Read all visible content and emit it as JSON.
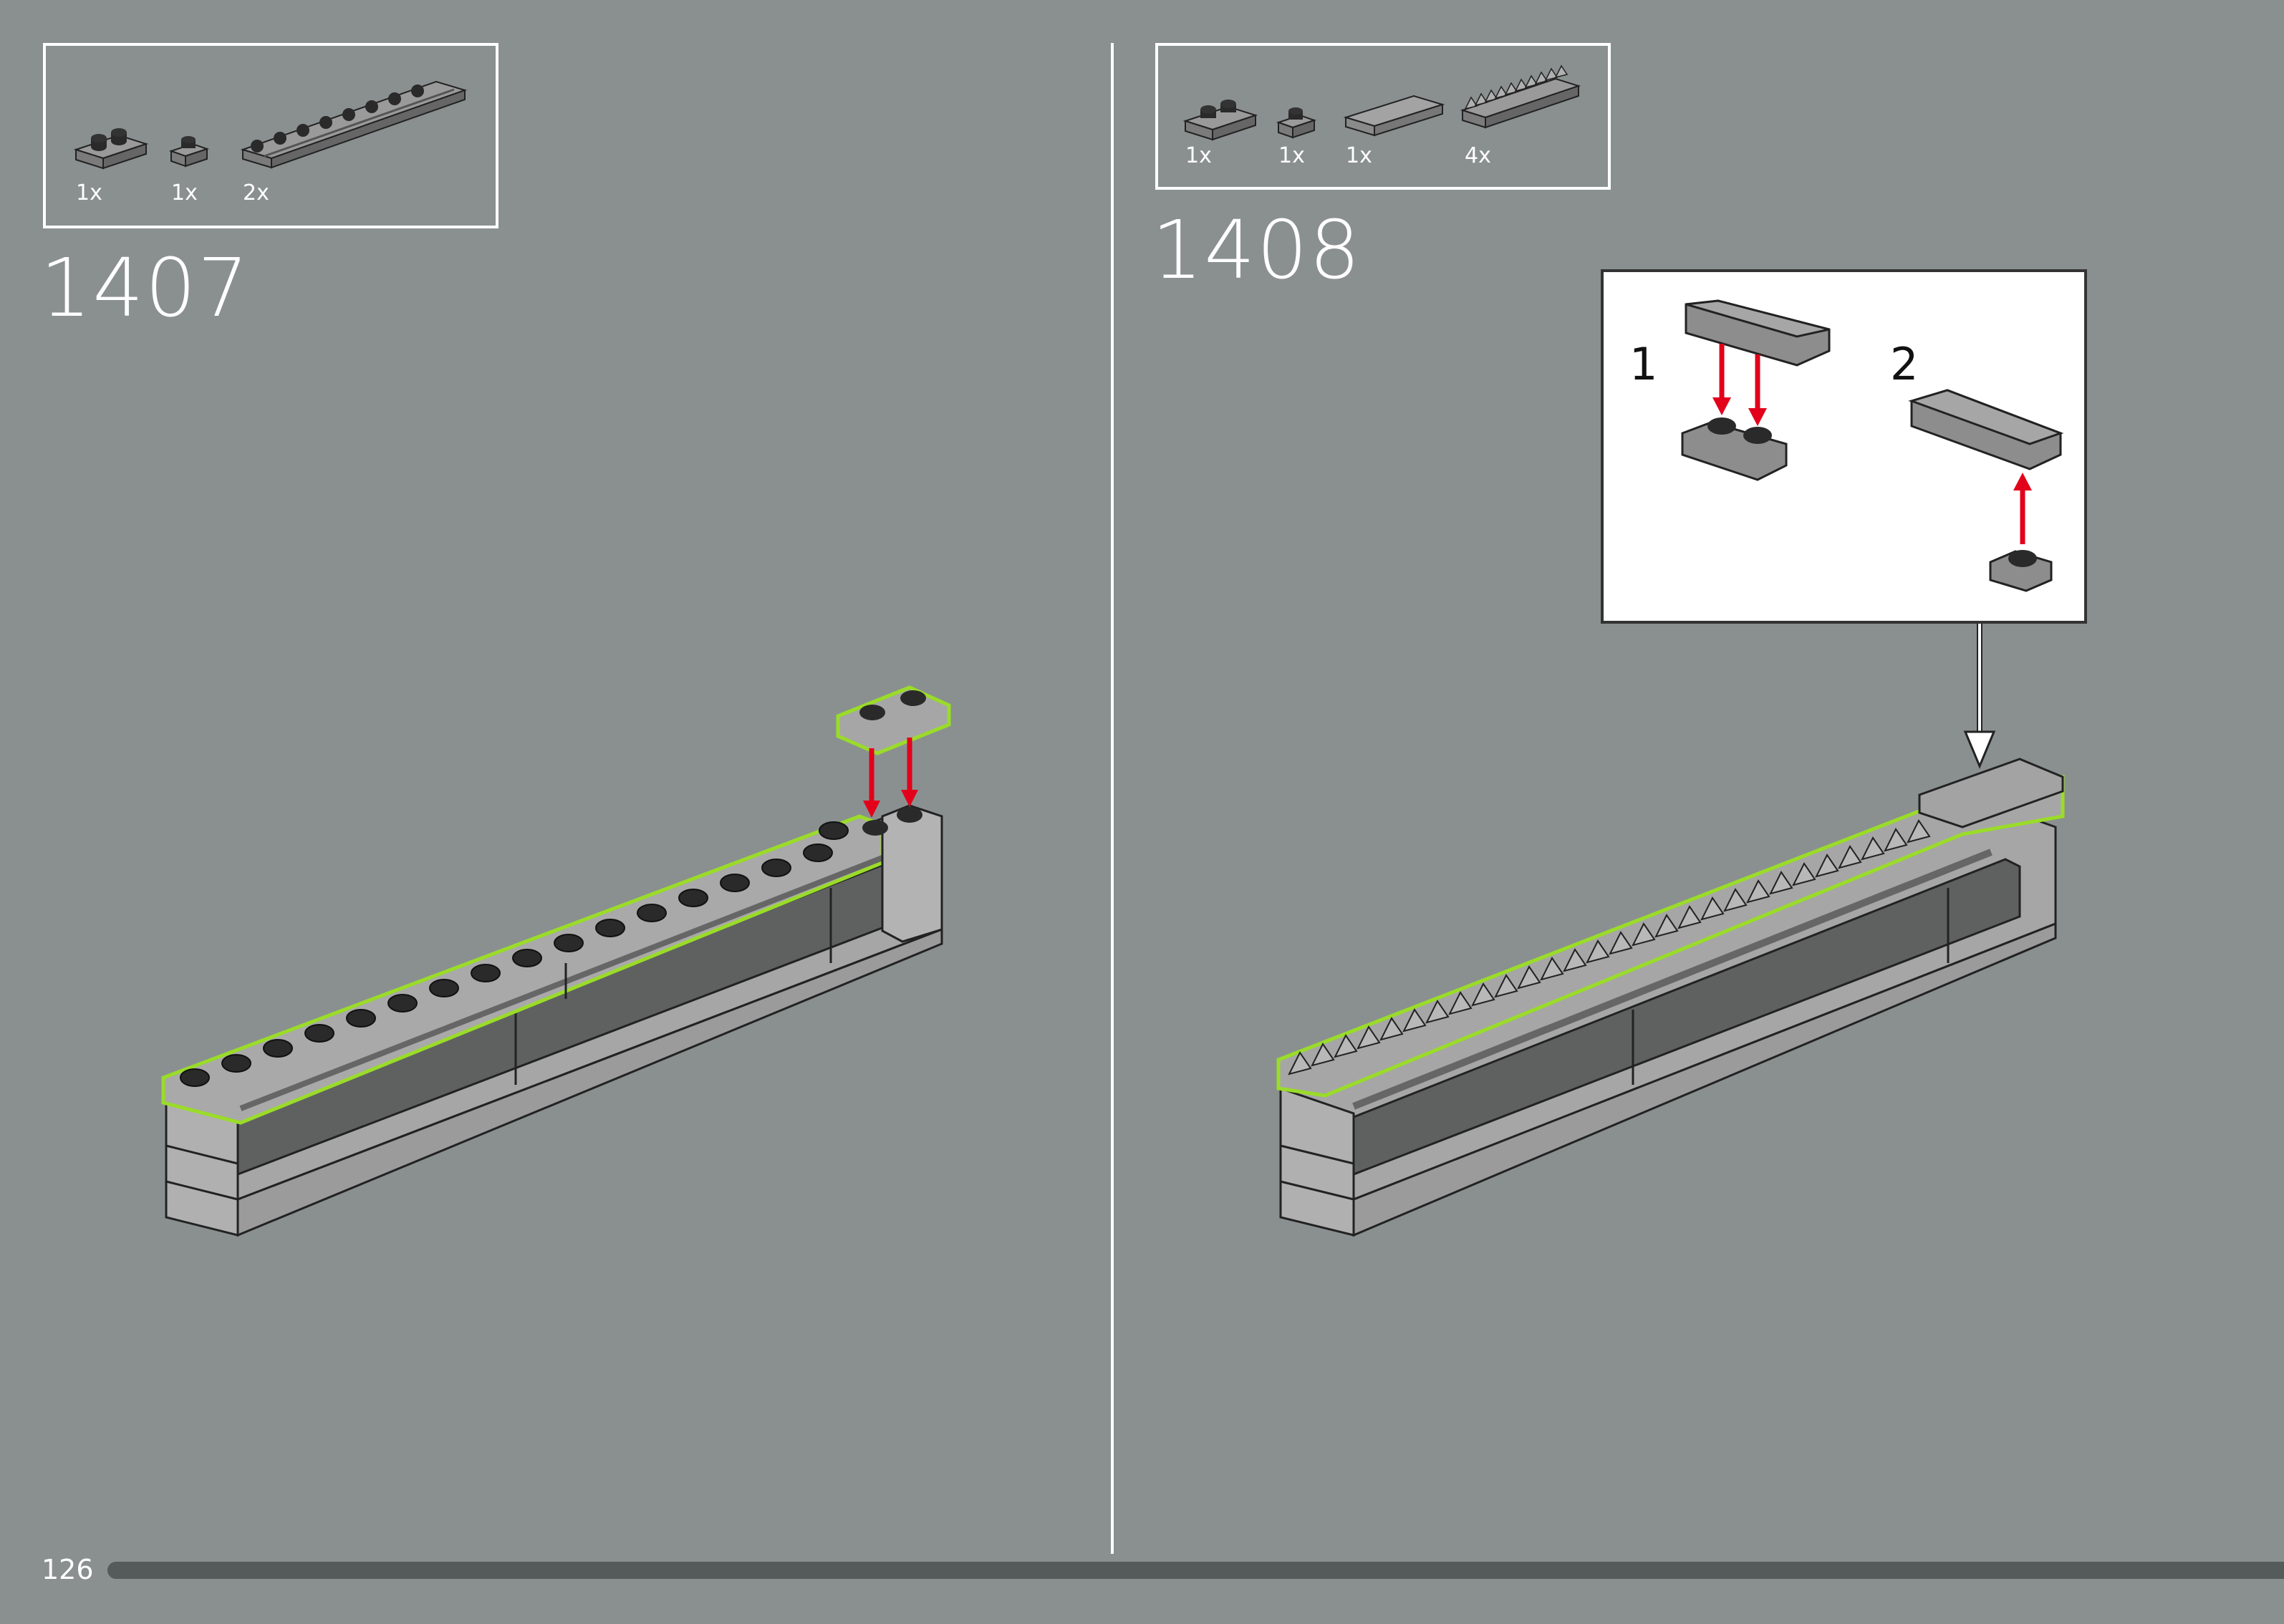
{
  "left_page": {
    "step": "1407",
    "parts": [
      {
        "qty": "1x",
        "icon": "plate-1x2-dark-grey-icon"
      },
      {
        "qty": "1x",
        "icon": "plate-1x1-dark-grey-icon"
      },
      {
        "qty": "2x",
        "icon": "plate-1x8-rail-icon"
      }
    ]
  },
  "right_page": {
    "step": "1408",
    "parts": [
      {
        "qty": "1x",
        "icon": "plate-1x2-dark-grey-icon"
      },
      {
        "qty": "1x",
        "icon": "plate-1x1-dark-grey-icon"
      },
      {
        "qty": "1x",
        "icon": "tile-1x4-icon"
      },
      {
        "qty": "4x",
        "icon": "gear-rack-icon"
      }
    ],
    "callout": {
      "sub_steps": [
        "1",
        "2"
      ]
    }
  },
  "footer": {
    "page_number": "126",
    "progress": 1.0
  },
  "colors": {
    "background": "#8a9090",
    "highlight": "#9adc28",
    "arrow": "#e3001b",
    "brick_light": "#a6a6a6",
    "brick_dark": "#5f6161",
    "stud": "#2a2a2a"
  }
}
